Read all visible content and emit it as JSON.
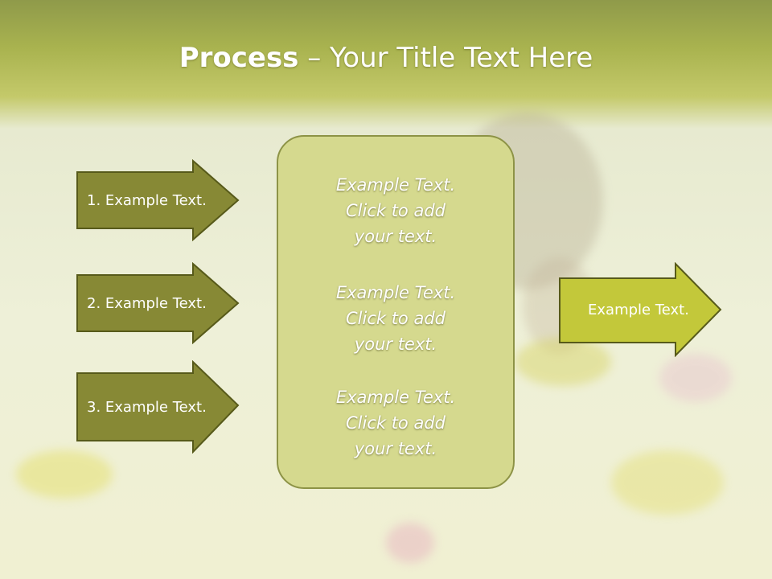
{
  "title": {
    "bold": "Process",
    "rest": " – Your Title Text Here"
  },
  "left_arrows": [
    {
      "label": "1. Example Text."
    },
    {
      "label": "2. Example Text."
    },
    {
      "label": "3. Example Text."
    }
  ],
  "center": [
    {
      "line1": "Example Text.",
      "line2": "Click  to add",
      "line3": "your text."
    },
    {
      "line1": "Example Text.",
      "line2": "Click  to add",
      "line3": "your text."
    },
    {
      "line1": "Example Text.",
      "line2": "Click  to add",
      "line3": "your text."
    }
  ],
  "right_arrow": {
    "label": "Example Text."
  },
  "colors": {
    "dark_olive": "#878935",
    "lime": "#c3c83a",
    "panel": "#d5d98e",
    "outline": "#575a1a"
  }
}
